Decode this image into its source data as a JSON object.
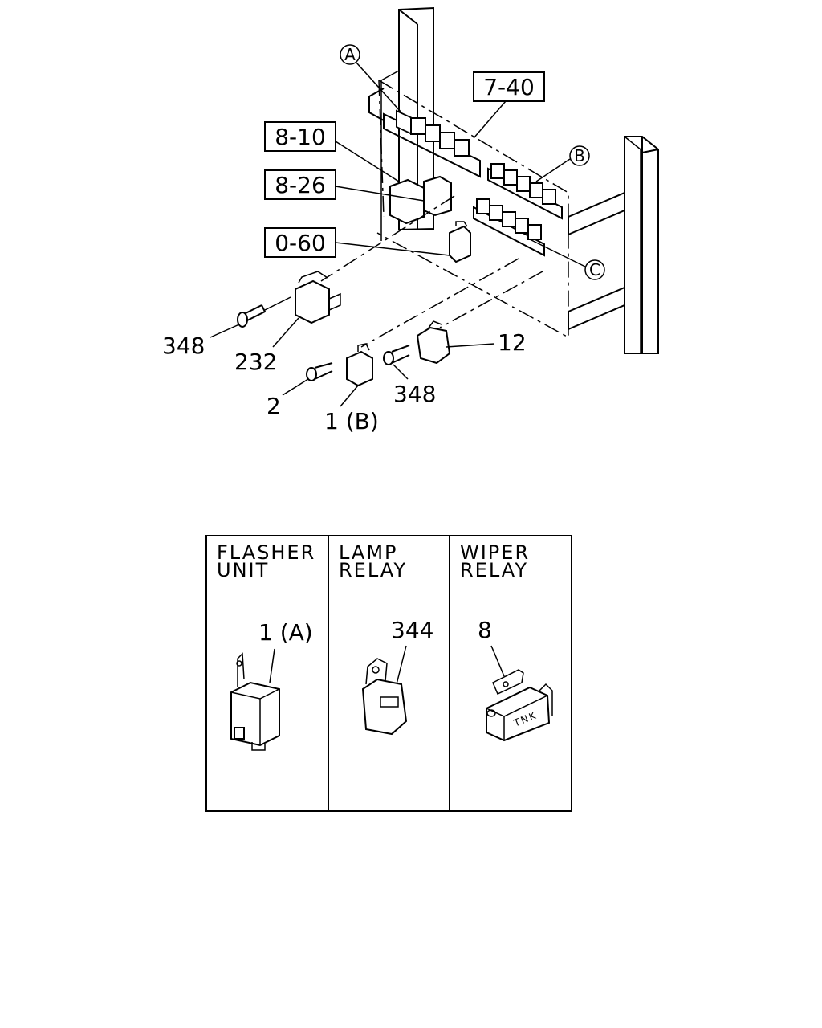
{
  "main_diagram": {
    "ref_boxes": [
      "7-40",
      "8-10",
      "8-26",
      "0-60"
    ],
    "circle_labels": [
      "A",
      "B",
      "C"
    ],
    "part_labels": {
      "bolt_left": "348",
      "flasher_left": "232",
      "bolt_small": "2",
      "flasher_b": "1 (B)",
      "bolt_right": "348",
      "relay_right": "12"
    }
  },
  "variants_table": {
    "columns": [
      {
        "header_line1": "FLASHER",
        "header_line2": "UNIT",
        "part_label": "1 (A)"
      },
      {
        "header_line1": "LAMP",
        "header_line2": "RELAY",
        "part_label": "344"
      },
      {
        "header_line1": "WIPER",
        "header_line2": "RELAY",
        "part_label": "8",
        "part_marking": "TNK"
      }
    ]
  }
}
